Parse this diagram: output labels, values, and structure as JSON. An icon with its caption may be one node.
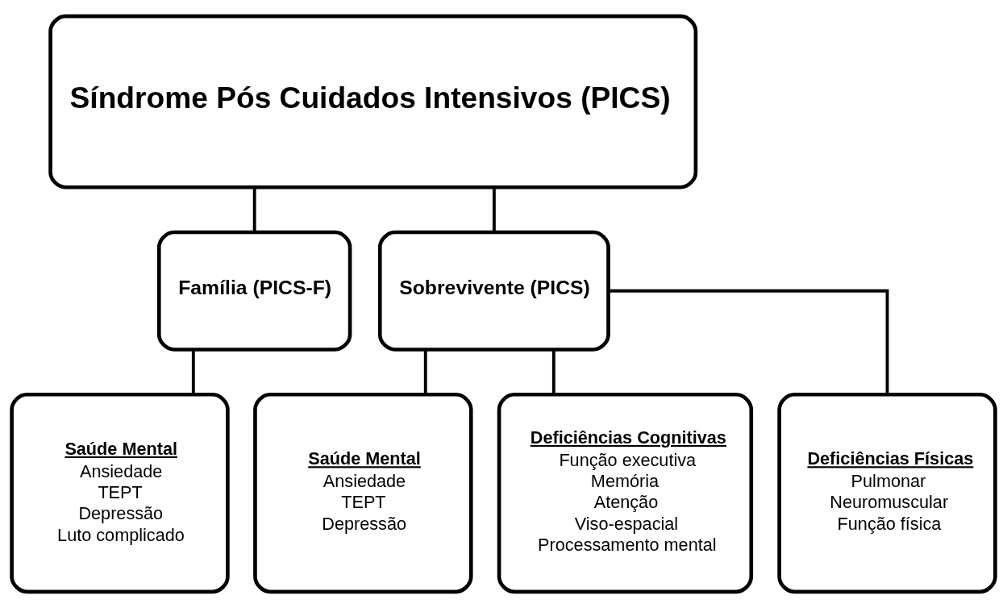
{
  "diagram": {
    "nodes": [
      {
        "text": [
          "Síndrome Pós Cuidados Intensivos (PICS)"
        ]
      },
      {
        "text": [
          "Família (PICS-F)"
        ]
      },
      {
        "text": [
          "Sobrevivente (PICS)"
        ]
      },
      {
        "text": [
          "Saúde Mental",
          "Ansiedade",
          "TEPT",
          "Depressão",
          "Luto complicado"
        ]
      },
      {
        "text": [
          "Saúde Mental",
          "Ansiedade",
          "TEPT",
          "Depressão"
        ]
      },
      {
        "text": [
          "Deficiências Cognitivas",
          "Função executiva",
          "Memória",
          "Atenção",
          "Viso-espacial",
          "Processamento mental"
        ]
      },
      {
        "text": [
          "Deficiências Físicas",
          "Pulmonar",
          "Neuromuscular",
          "Função física"
        ]
      }
    ],
    "edges": [
      {
        "from": 0,
        "to": 1,
        "arrow": "none"
      },
      {
        "from": 0,
        "to": 2,
        "arrow": "none"
      },
      {
        "from": 1,
        "to": 3,
        "arrow": "none"
      },
      {
        "from": 2,
        "to": 4,
        "arrow": "none"
      },
      {
        "from": 2,
        "to": 5,
        "arrow": "none"
      },
      {
        "from": 2,
        "to": 6,
        "arrow": "none"
      }
    ]
  }
}
